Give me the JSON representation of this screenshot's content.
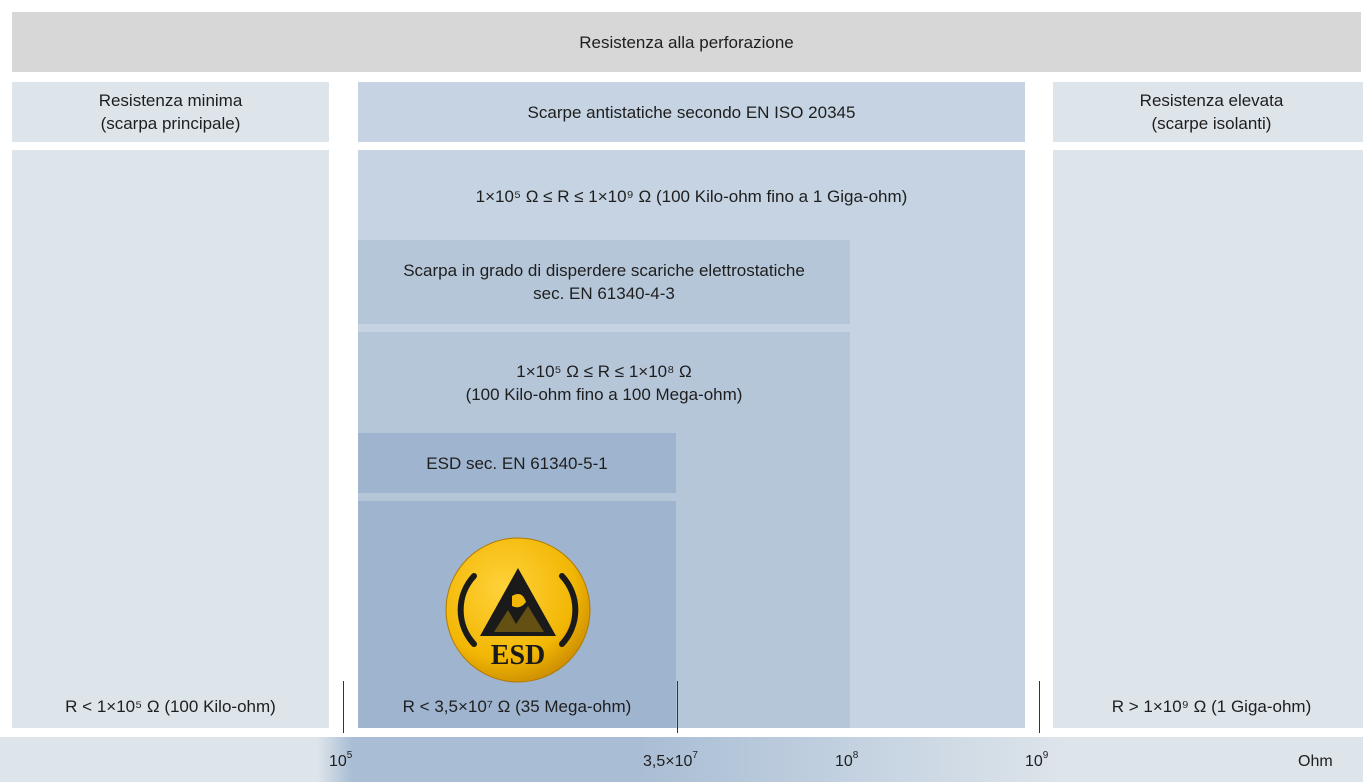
{
  "header": {
    "title": "Resistenza alla perforazione"
  },
  "left": {
    "heading": "Resistenza minima\n(scarpa principale)",
    "value": "R < 1×10⁵ Ω (100 Kilo-ohm)"
  },
  "middle": {
    "heading": "Scarpe antistatiche secondo EN ISO 20345",
    "range": "1×10⁵ Ω ≤ R ≤ 1×10⁹ Ω (100 Kilo-ohm fino a 1 Giga-ohm)",
    "dissipative": {
      "heading": "Scarpa in grado di disperdere scariche elettrostatiche\nsec. EN 61340-4-3",
      "range": "1×10⁵ Ω ≤ R ≤ 1×10⁸ Ω\n(100 Kilo-ohm fino a 100 Mega-ohm)"
    },
    "esd": {
      "heading": "ESD sec. EN 61340-5-1",
      "value": "R < 3,5×10⁷ Ω (35 Mega-ohm)",
      "logo_text": "ESD"
    }
  },
  "right": {
    "heading": "Resistenza elevata\n(scarpe isolanti)",
    "value": "R > 1×10⁹ Ω (1 Giga-ohm)"
  },
  "axis": {
    "ticks": [
      {
        "base": "10",
        "exp": "5"
      },
      {
        "base": "3,5×10",
        "exp": "7"
      },
      {
        "base": "10",
        "exp": "8"
      },
      {
        "base": "10",
        "exp": "9"
      }
    ],
    "unit": "Ohm"
  },
  "colors": {
    "header_bg": "#d7d7d7",
    "side_bg": "#dde4ea",
    "antistatic_bg": "#c5d3e2",
    "dissipative_bg": "#b6c6d9",
    "esd_bg": "#9fb4ce",
    "logo_yellow": "#f2b705"
  }
}
